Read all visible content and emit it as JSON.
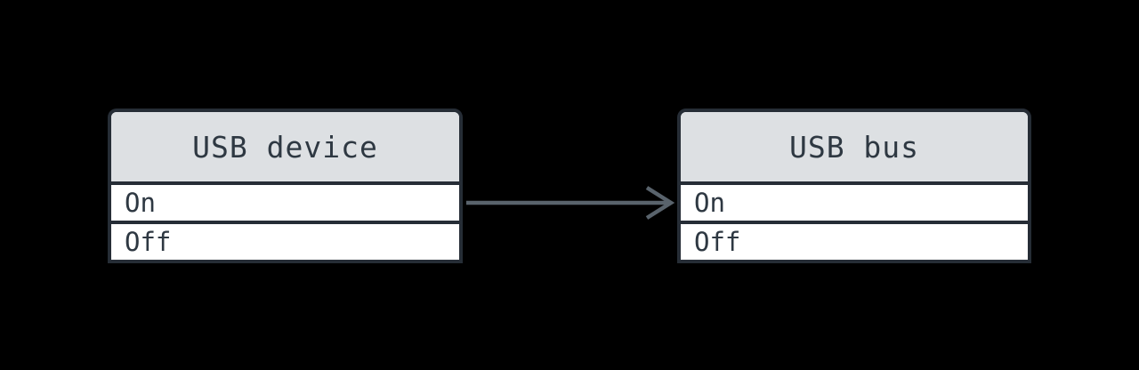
{
  "diagram": {
    "background_color": "#000000",
    "nodes": [
      {
        "id": "usb-device",
        "title": "USB device",
        "rows": [
          "On",
          "Off"
        ]
      },
      {
        "id": "usb-bus",
        "title": "USB bus",
        "rows": [
          "On",
          "Off"
        ]
      }
    ],
    "edge": {
      "from": "USB device",
      "to": "USB bus",
      "direction": "right",
      "aligned_with_row": "On"
    },
    "colors": {
      "node_border": "#262d36",
      "header_fill": "#dde0e3",
      "row_fill": "#ffffff",
      "text": "#2e3842",
      "arrow": "#59636c",
      "background": "#000000"
    }
  }
}
